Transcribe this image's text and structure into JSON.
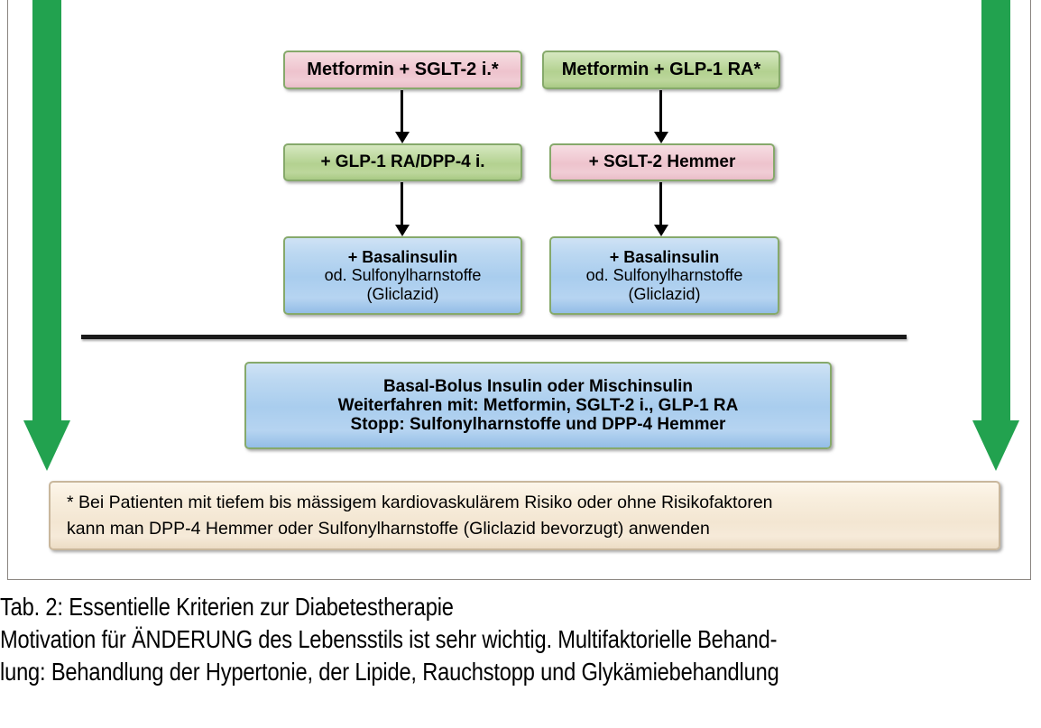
{
  "figure": {
    "accent_green": "#22a24f",
    "border_green": "#86a96b",
    "arrows": {
      "left_label": "progression-arrow-left",
      "right_label": "progression-arrow-right"
    },
    "nodes": {
      "met_sglt2": {
        "line1": "Metformin + SGLT-2 i.*",
        "color": "pink"
      },
      "met_glp1": {
        "line1": "Metformin + GLP-1 RA*",
        "color": "green"
      },
      "glp1_dpp4": {
        "line1": "+ GLP-1 RA/DPP-4 i.",
        "color": "green"
      },
      "sglt2_hem": {
        "line1": "+ SGLT-2 Hemmer",
        "color": "pink"
      },
      "basal_left": {
        "line1": "+ Basalinsulin",
        "line2": "od. Sulfonylharnstoffe",
        "line3": "(Gliclazid)",
        "color": "blue"
      },
      "basal_right": {
        "line1": "+ Basalinsulin",
        "line2": "od. Sulfonylharnstoffe",
        "line3": "(Gliclazid)",
        "color": "blue"
      },
      "bolus": {
        "line1": "Basal-Bolus Insulin oder Mischinsulin",
        "line2": "Weiterfahren mit:  Metformin, SGLT-2 i., GLP-1 RA",
        "line3": "Stopp: Sulfonylharnstoffe und DPP-4 Hemmer",
        "color": "blue"
      },
      "footnote": {
        "line1": "* Bei Patienten mit tiefem bis mässigem kardiovaskulärem Risiko oder ohne Risikofaktoren",
        "line2": "kann man DPP-4 Hemmer oder Sulfonylharnstoffe (Gliclazid bevorzugt) anwenden",
        "color": "cream"
      }
    }
  },
  "caption": {
    "line1": "Tab. 2: Essentielle Kriterien zur Diabetestherapie",
    "line2": "Motivation für ÄNDERUNG des Lebensstils ist sehr wichtig. Multifaktorielle Behand-",
    "line3": "lung: Behandlung der Hypertonie, der Lipide, Rauchstopp und Glykämiebehandlung"
  }
}
